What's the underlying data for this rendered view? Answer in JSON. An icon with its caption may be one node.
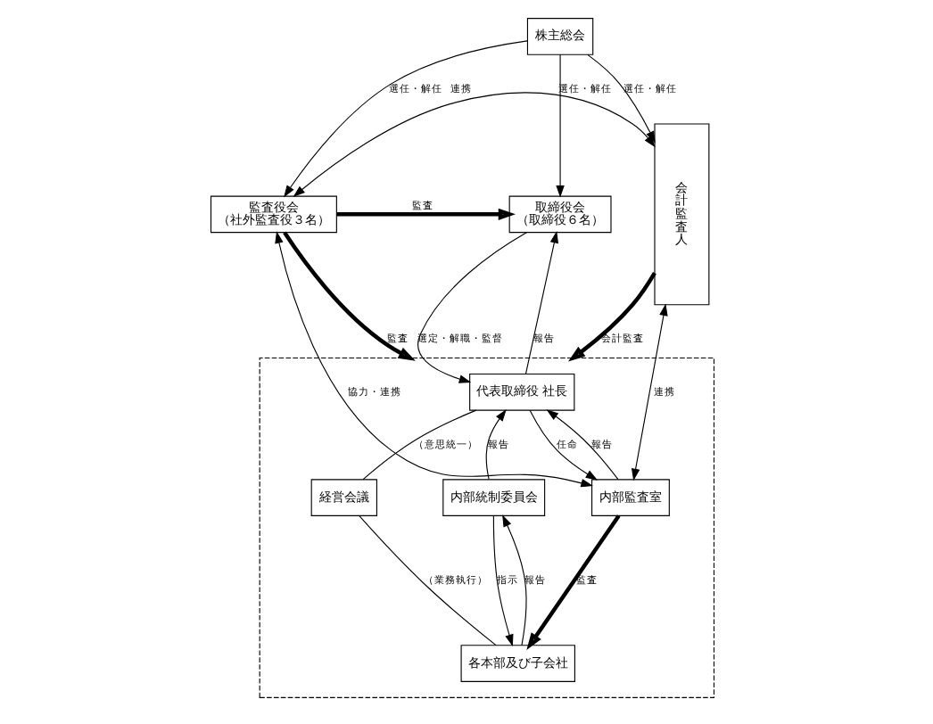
{
  "diagram": {
    "nodes": [
      {
        "text": [
          "株主総会"
        ]
      },
      {
        "text": [
          "取締役会",
          "（取締役６名）"
        ]
      },
      {
        "text": [
          "監査役会",
          "（社外監査役３名）"
        ]
      },
      {
        "text": [
          "会計監査人"
        ]
      },
      {
        "text": [],
        "shape": "box"
      },
      {
        "text": [
          "代表取締役 社長"
        ],
        "in": 4
      },
      {
        "text": [
          "経営会議"
        ],
        "in": 4
      },
      {
        "text": [
          "内部統制委員会"
        ],
        "in": 4
      },
      {
        "text": [
          "内部監査室"
        ],
        "in": 4
      },
      {
        "text": [
          "各本部及び子会社"
        ],
        "in": 4
      }
    ],
    "edges": [
      {
        "from": 0,
        "to": 1,
        "arrow": "to",
        "label": "選任・解任"
      },
      {
        "from": 0,
        "to": 2,
        "arrow": "to",
        "label": "選任・解任"
      },
      {
        "from": 0,
        "to": 3,
        "arrow": "to",
        "label": "選任・解任"
      },
      {
        "from": 2,
        "to": 1,
        "arrow": "to",
        "label": "監査",
        "style": "thick"
      },
      {
        "from": 2,
        "to": 3,
        "arrow": "both",
        "label": "連携"
      },
      {
        "from": 1,
        "to": 5,
        "arrow": "to",
        "label": "選定・解職・監督"
      },
      {
        "from": 5,
        "to": 1,
        "arrow": "to",
        "label": "報告"
      },
      {
        "from": 2,
        "to": 4,
        "arrow": "to",
        "label": "監査",
        "style": "thick"
      },
      {
        "from": 8,
        "to": 2,
        "arrow": "both",
        "label": "協力・連携"
      },
      {
        "from": 5,
        "to": 8,
        "arrow": "to",
        "label": "任命"
      },
      {
        "from": 8,
        "to": 5,
        "arrow": "to",
        "label": "報告"
      },
      {
        "from": 3,
        "to": 8,
        "arrow": "both",
        "label": "連携"
      },
      {
        "from": 5,
        "to": 6,
        "arrow": "none",
        "label": "（意思統一）"
      },
      {
        "from": 7,
        "to": 5,
        "arrow": "to",
        "label": "報告"
      },
      {
        "from": 3,
        "to": 4,
        "arrow": "to",
        "label": "会計監査",
        "style": "thick"
      },
      {
        "from": 6,
        "to": 9,
        "arrow": "none",
        "label": "（業務執行）"
      },
      {
        "from": 7,
        "to": 9,
        "arrow": "to",
        "label": "指示"
      },
      {
        "from": 9,
        "to": 7,
        "arrow": "to",
        "label": "報告"
      },
      {
        "from": 8,
        "to": 9,
        "arrow": "to",
        "label": "監査",
        "style": "thick"
      }
    ]
  }
}
